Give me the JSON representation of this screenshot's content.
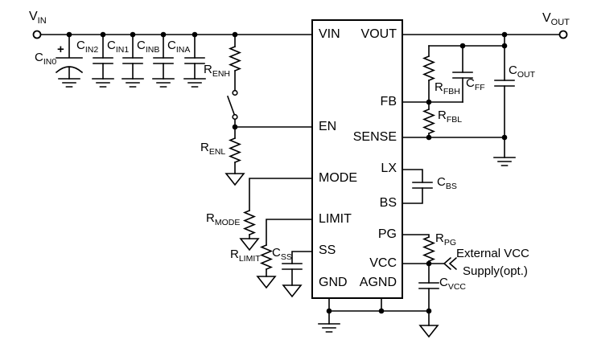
{
  "terminals": {
    "input": {
      "base": "V",
      "sub": "IN"
    },
    "output": {
      "base": "V",
      "sub": "OUT"
    }
  },
  "ic": {
    "pins_left": [
      "VIN",
      "EN",
      "MODE",
      "LIMIT",
      "SS",
      "GND"
    ],
    "pins_right": [
      "VOUT",
      "FB",
      "SENSE",
      "LX",
      "BS",
      "PG",
      "VCC",
      "AGND"
    ]
  },
  "components": {
    "cin0": {
      "base": "C",
      "sub": "IN0"
    },
    "cin2": {
      "base": "C",
      "sub": "IN2"
    },
    "cin1": {
      "base": "C",
      "sub": "IN1"
    },
    "cinb": {
      "base": "C",
      "sub": "INB"
    },
    "cina": {
      "base": "C",
      "sub": "INA"
    },
    "renh": {
      "base": "R",
      "sub": "ENH"
    },
    "renl": {
      "base": "R",
      "sub": "ENL"
    },
    "rmode": {
      "base": "R",
      "sub": "MODE"
    },
    "rlimit": {
      "base": "R",
      "sub": "LIMIT"
    },
    "css": {
      "base": "C",
      "sub": "SS"
    },
    "rfbh": {
      "base": "R",
      "sub": "FBH"
    },
    "cff": {
      "base": "C",
      "sub": "FF"
    },
    "cout": {
      "base": "C",
      "sub": "OUT"
    },
    "rfbl": {
      "base": "R",
      "sub": "FBL"
    },
    "cbs": {
      "base": "C",
      "sub": "BS"
    },
    "rpg": {
      "base": "R",
      "sub": "PG"
    },
    "cvcc": {
      "base": "C",
      "sub": "VCC"
    }
  },
  "marks": {
    "cin0_polarity": "+"
  },
  "annotations": {
    "external_vcc_line1": "External VCC",
    "external_vcc_line2": "Supply(opt.)"
  },
  "colors": {
    "wire": "#000000",
    "background": "#ffffff"
  }
}
